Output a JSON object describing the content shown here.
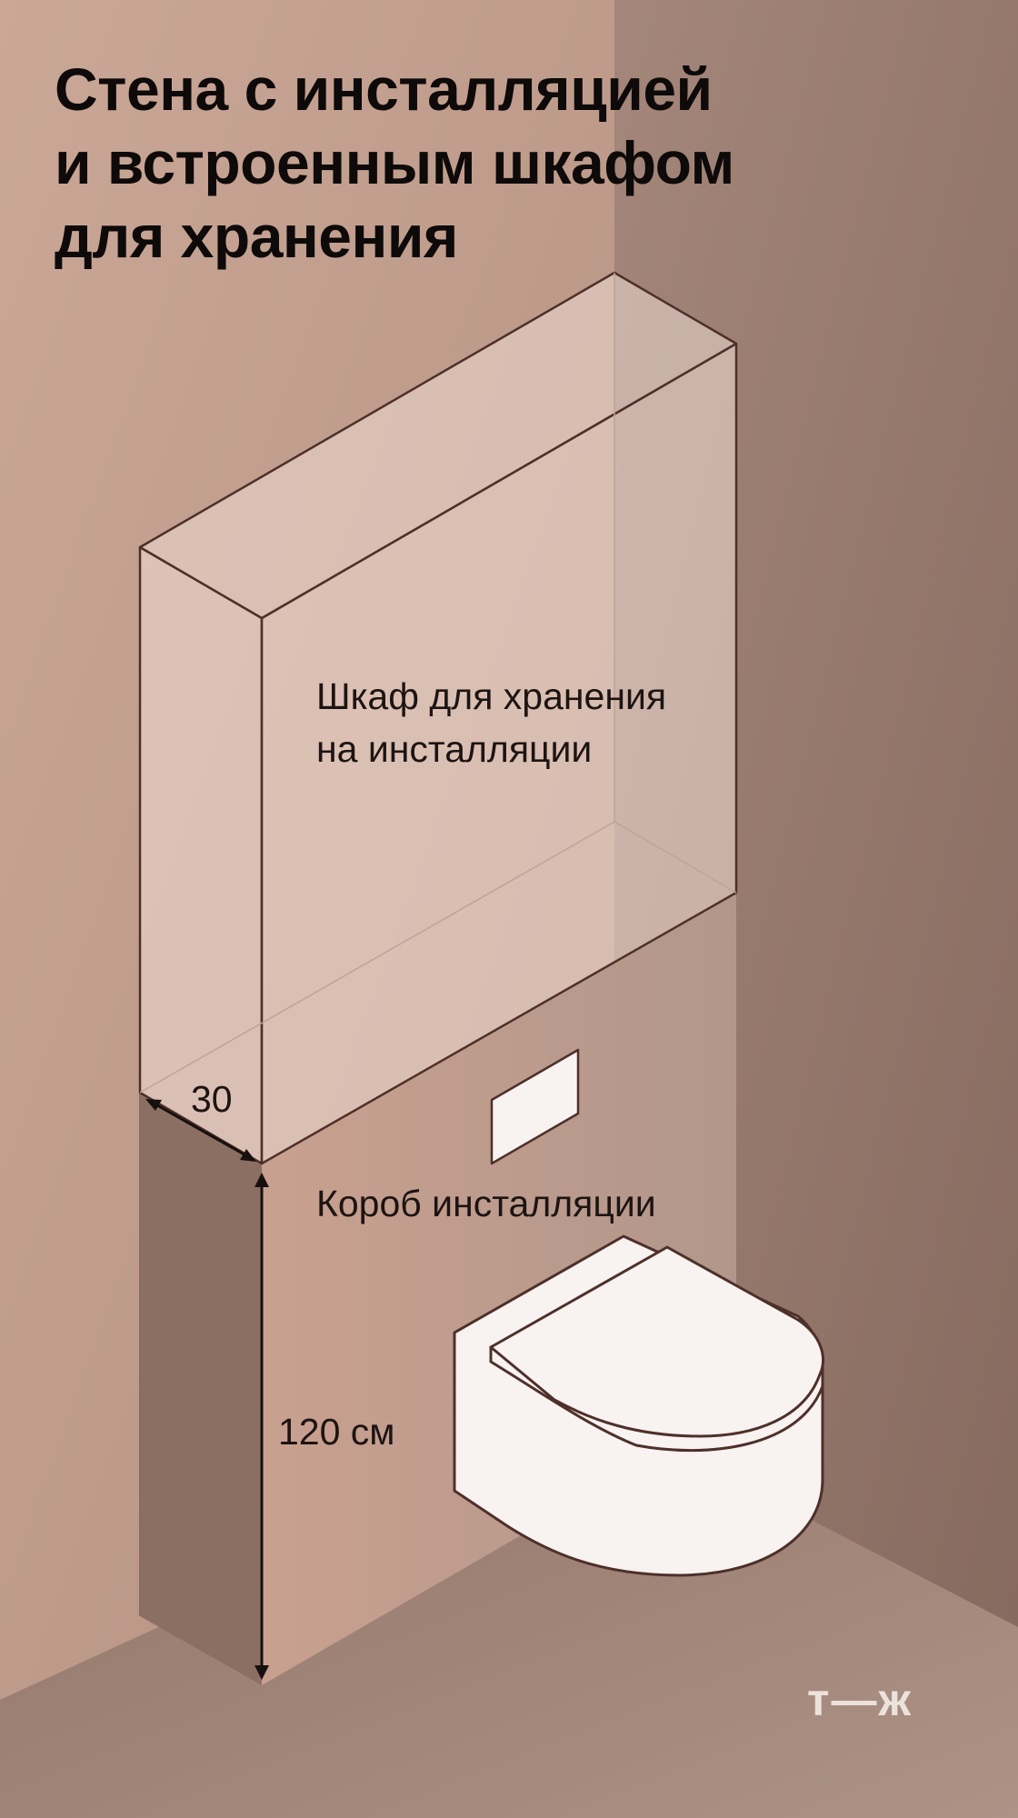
{
  "title": {
    "lines": [
      "Стена с инсталляцией",
      "и встроенным шкафом",
      "для хранения"
    ]
  },
  "labels": {
    "cabinet": [
      "Шкаф для хранения",
      "на инсталляции"
    ],
    "installation_box": "Короб инсталляции",
    "height": "120 см",
    "depth": "30"
  },
  "brand": {
    "logo_text": "т—ж"
  },
  "colors": {
    "wall_left": "#c4a493",
    "wall_right": "#9a7c70",
    "floor": "#a2877c",
    "cabinet_fill": "#f2dfd6",
    "toilet_fill": "#f8f2f1",
    "outline": "#4e302a",
    "arrow": "#16100e",
    "title_text": "#0d0a09",
    "logo": "#ece2dc"
  },
  "icons": {
    "toilet": "wall-hung-toilet-icon",
    "flush_plate": "flush-plate-icon",
    "arrows": "dimension-arrow-icon"
  }
}
